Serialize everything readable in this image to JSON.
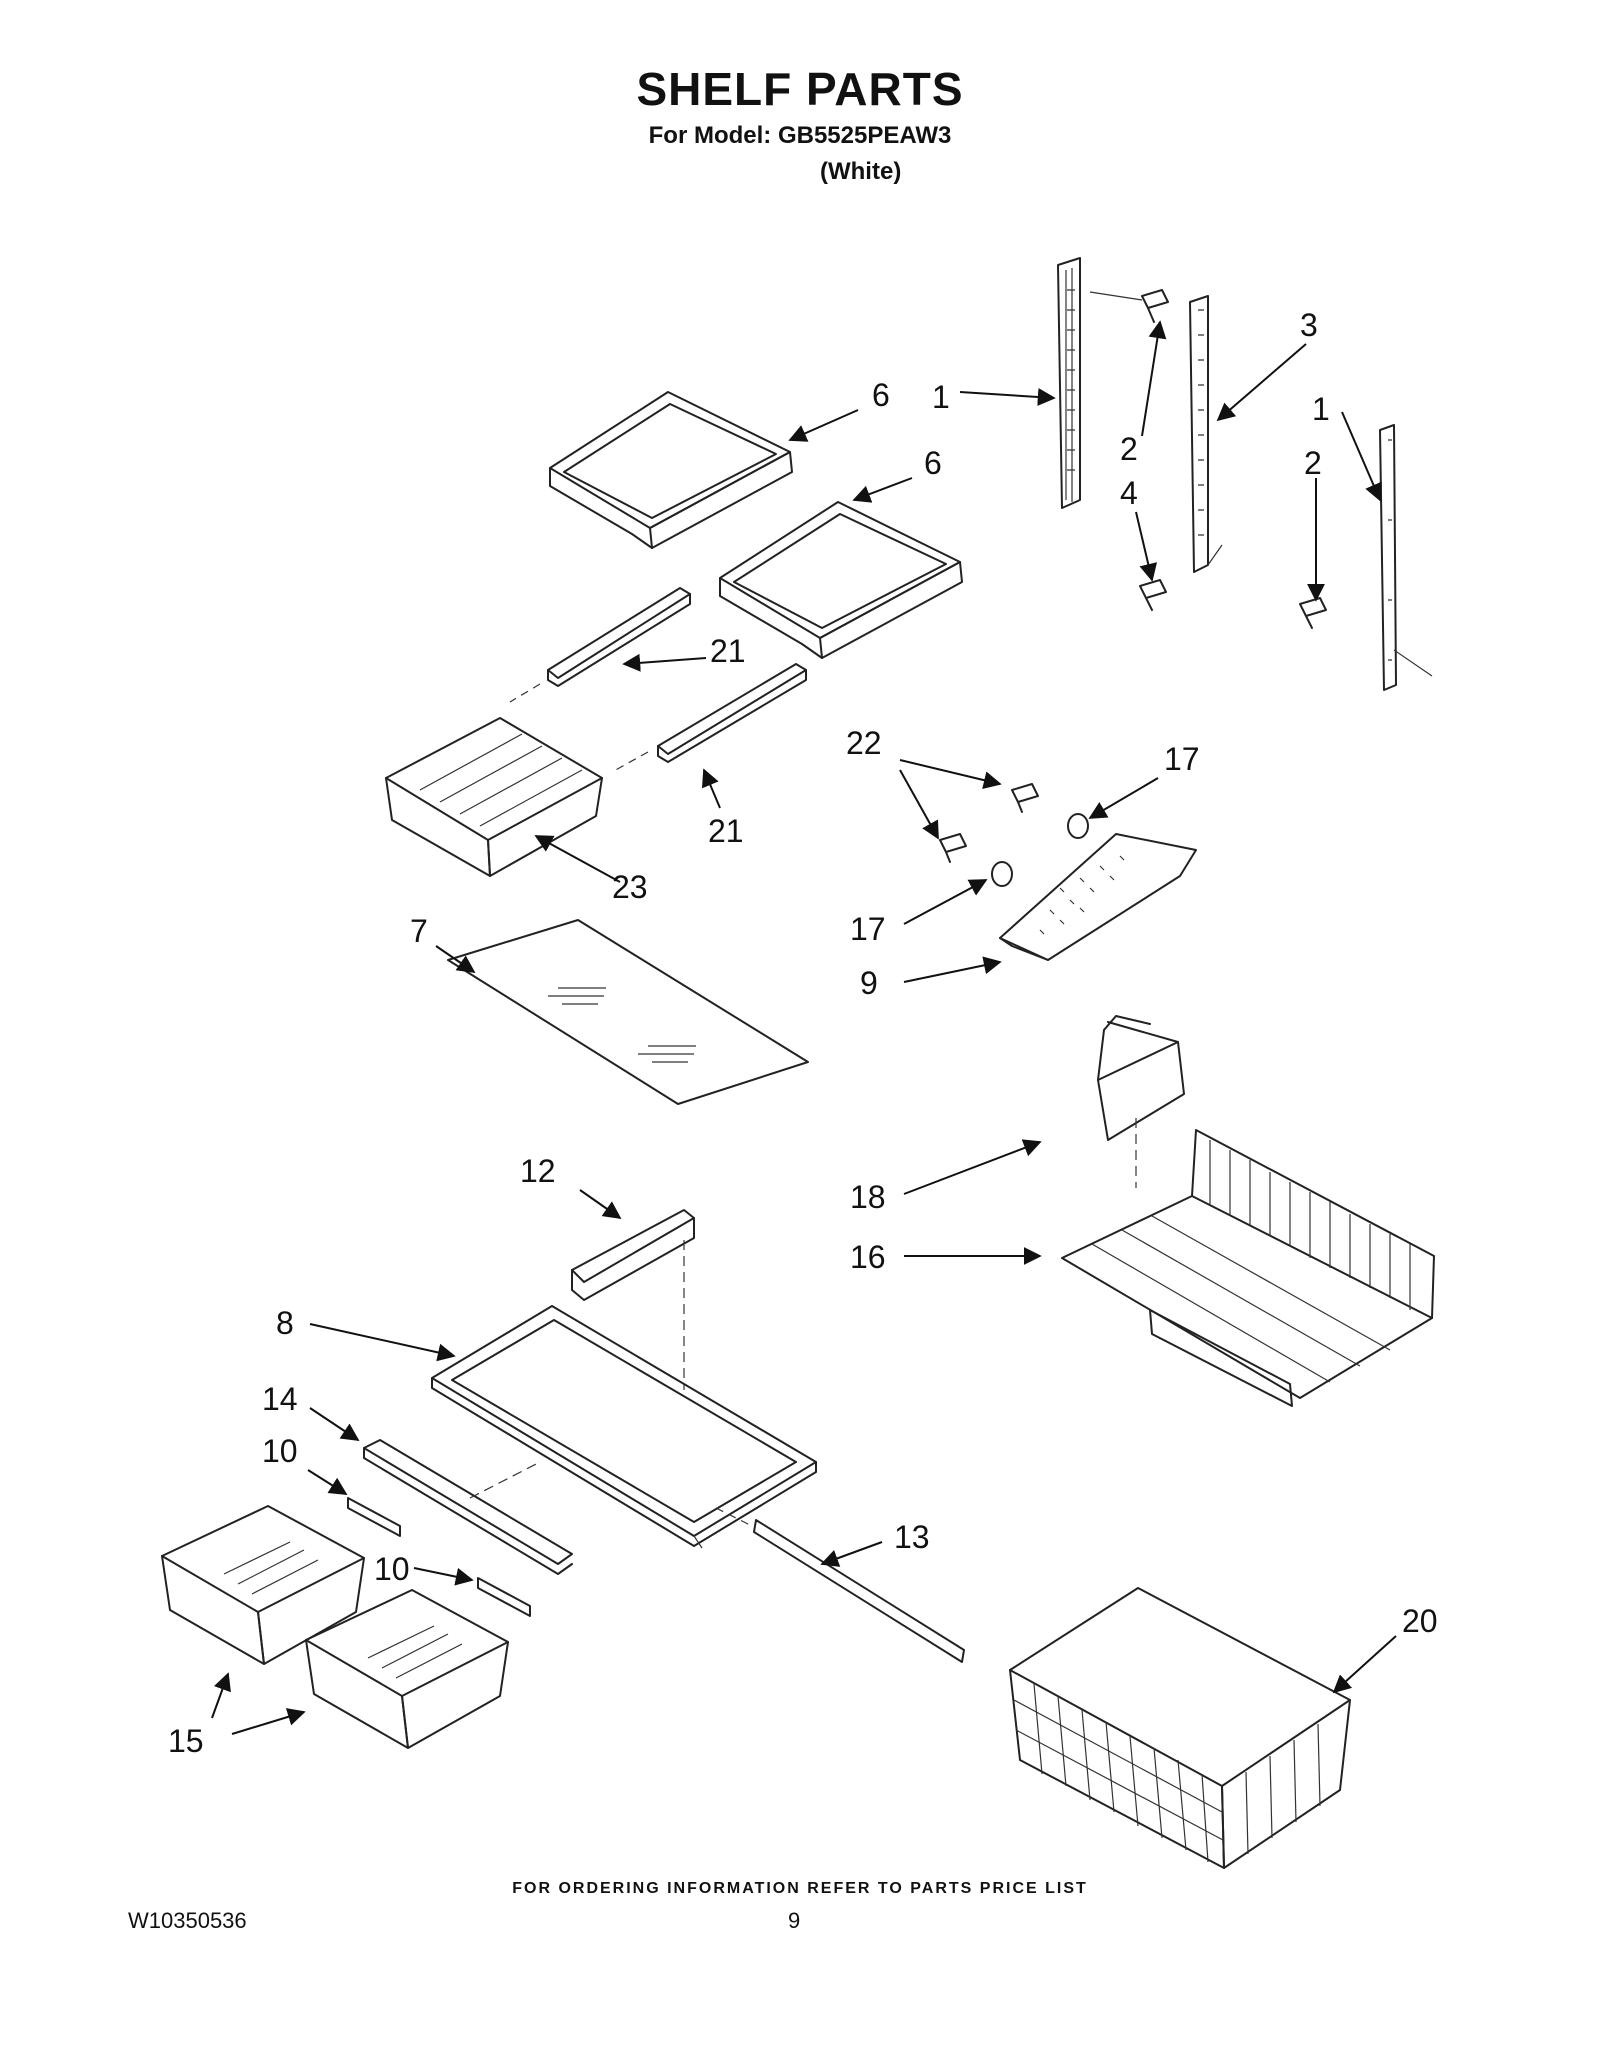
{
  "header": {
    "title": "SHELF PARTS",
    "model_line": "For Model: GB5525PEAW3",
    "color_line": "(White)"
  },
  "callouts": {
    "c1a": "1",
    "c1b": "1",
    "c2a": "2",
    "c2b": "2",
    "c3": "3",
    "c4": "4",
    "c6a": "6",
    "c6b": "6",
    "c7": "7",
    "c8": "8",
    "c9": "9",
    "c10a": "10",
    "c10b": "10",
    "c12": "12",
    "c13": "13",
    "c14": "14",
    "c15": "15",
    "c16": "16",
    "c17a": "17",
    "c17b": "17",
    "c18": "18",
    "c20": "20",
    "c21a": "21",
    "c21b": "21",
    "c22": "22",
    "c23": "23"
  },
  "footer": {
    "note": "FOR ORDERING INFORMATION REFER TO PARTS PRICE LIST",
    "doc_number": "W10350536",
    "page_number": "9"
  }
}
